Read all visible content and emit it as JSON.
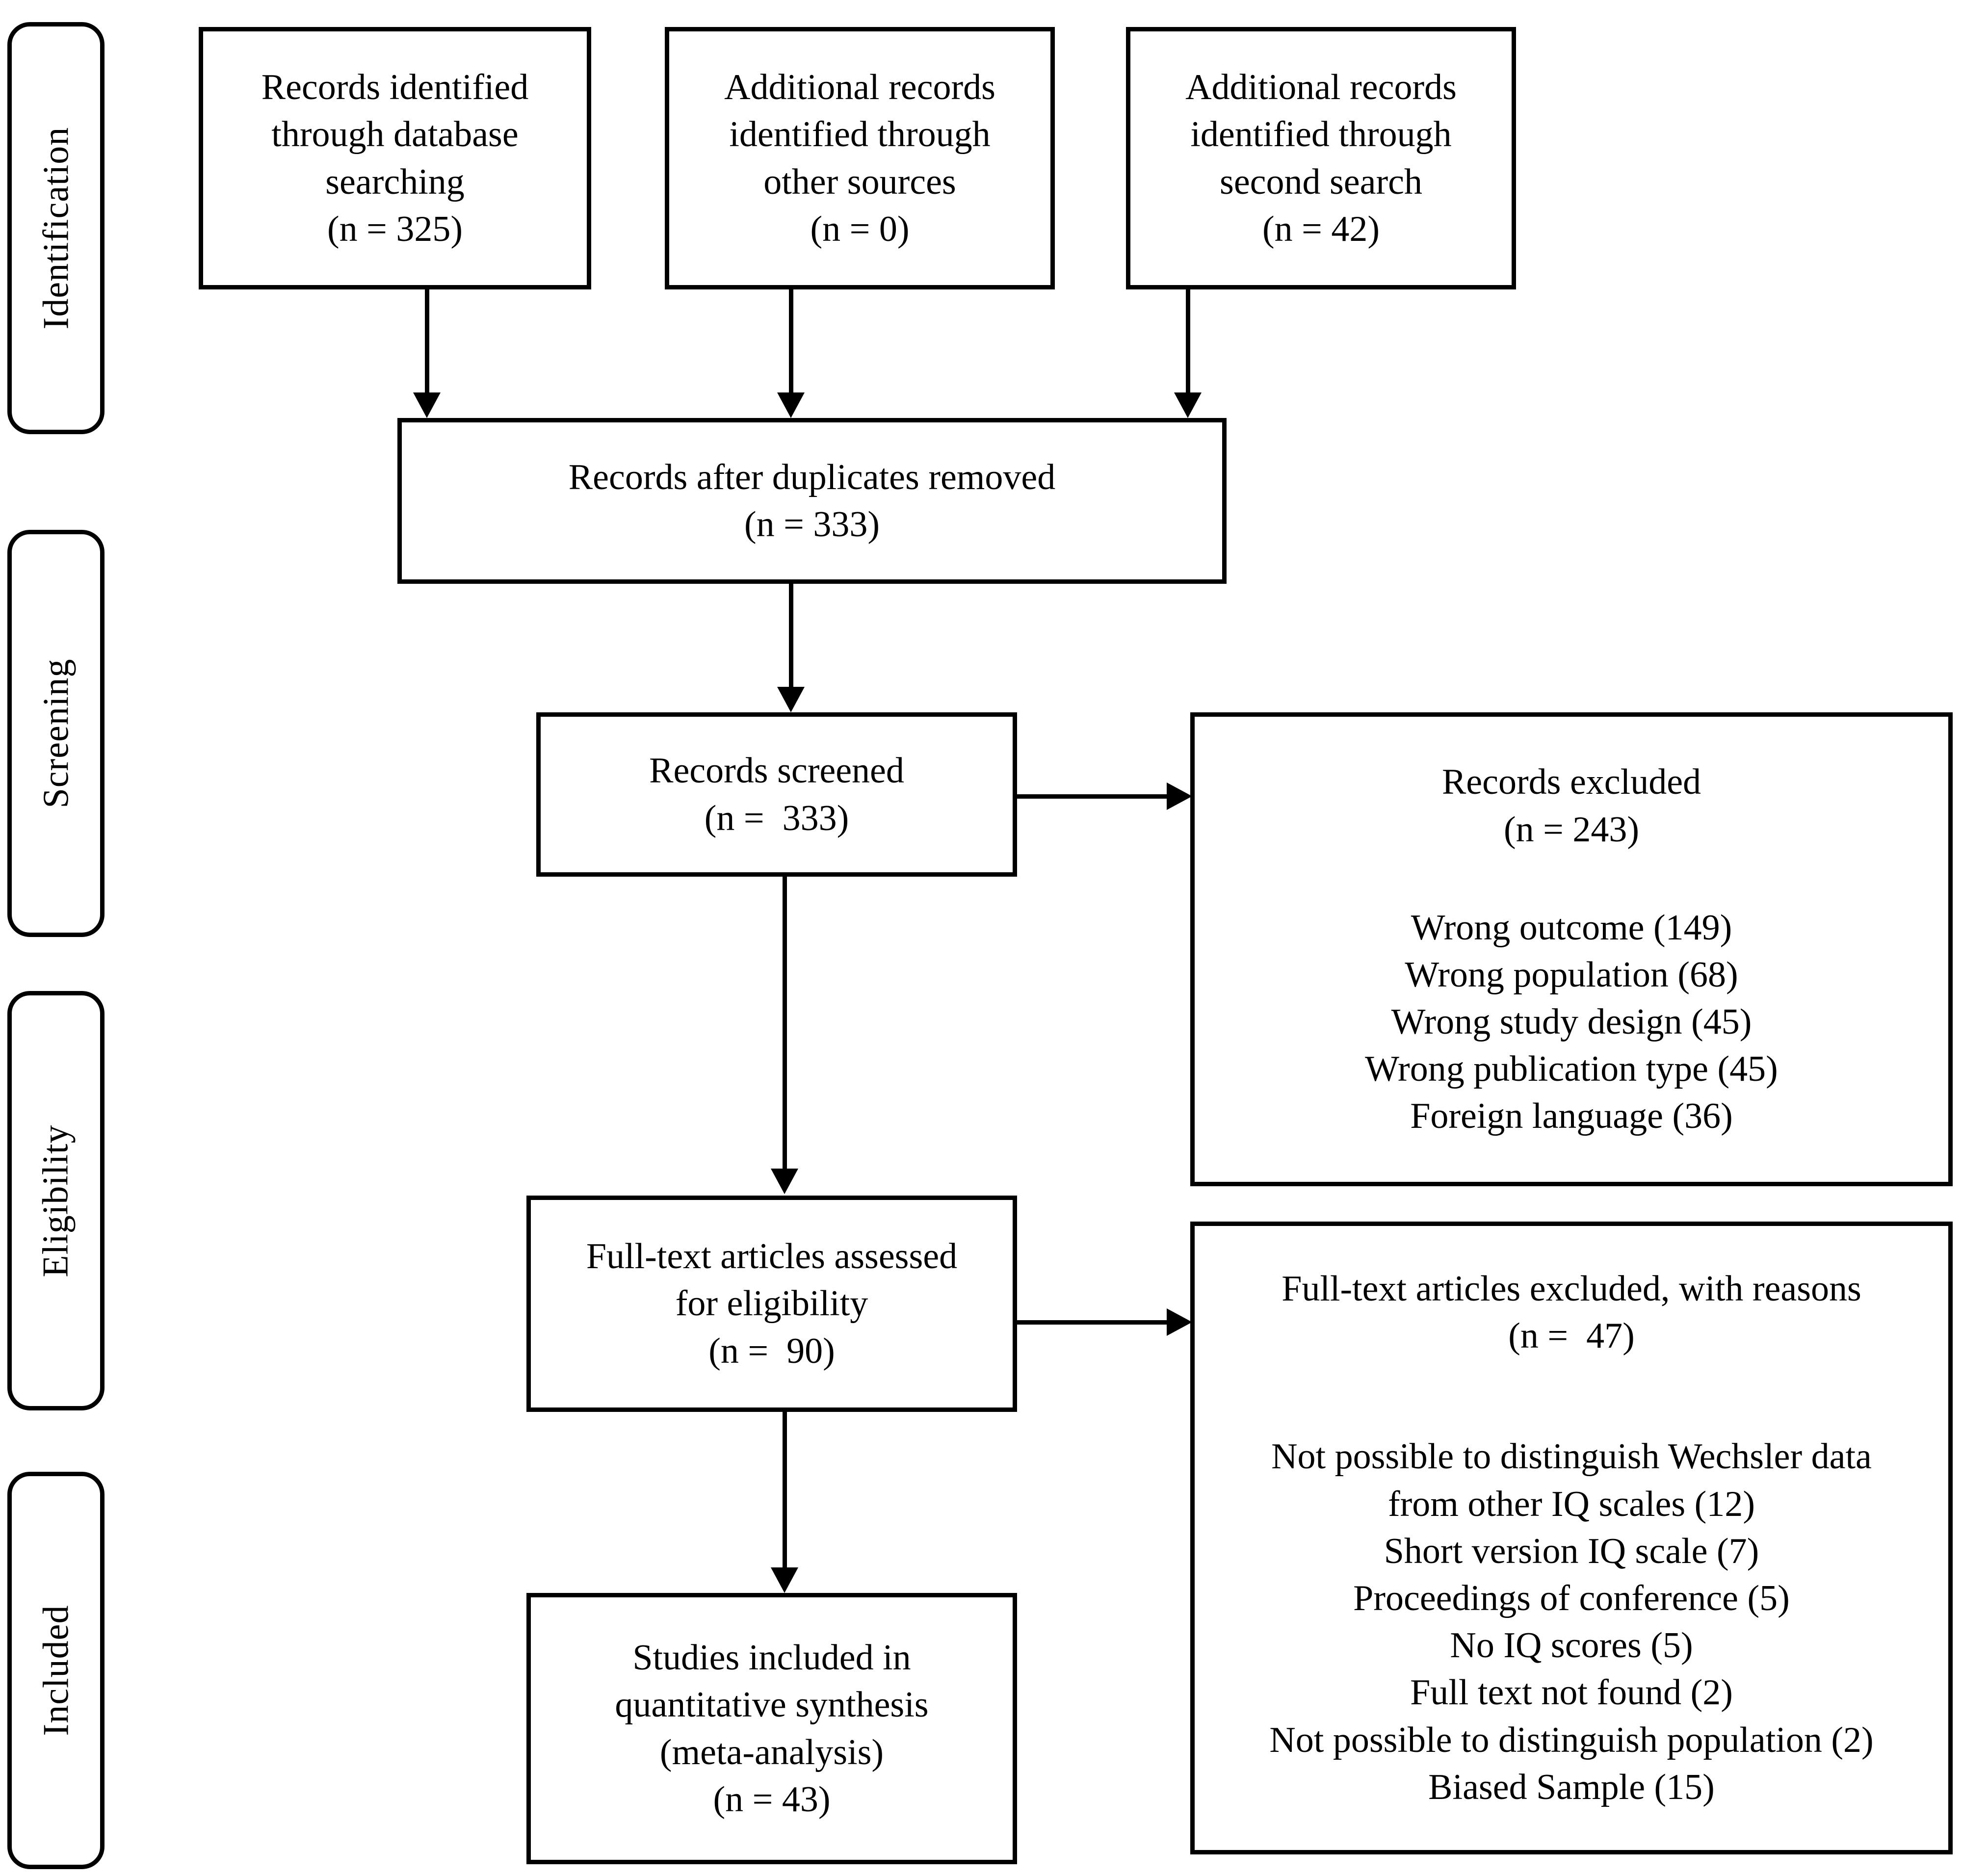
{
  "diagram": {
    "type": "prisma-flow-diagram",
    "stages": [
      {
        "id": "identification",
        "label": "Identification"
      },
      {
        "id": "screening",
        "label": "Screening"
      },
      {
        "id": "eligibility",
        "label": "Eligibility"
      },
      {
        "id": "included",
        "label": "Included"
      }
    ],
    "boxes": {
      "database_search": {
        "lines": [
          "Records identified",
          "through database",
          "searching",
          "(n = 325)"
        ],
        "count": 325
      },
      "other_sources": {
        "lines": [
          "Additional records",
          "identified through",
          "other sources",
          "(n = 0)"
        ],
        "count": 0
      },
      "second_search": {
        "lines": [
          "Additional records",
          "identified through",
          "second search",
          "(n = 42)"
        ],
        "count": 42
      },
      "duplicates_removed": {
        "lines": [
          "Records after duplicates removed",
          "(n = 333)"
        ],
        "count": 333
      },
      "records_screened": {
        "lines": [
          "Records screened",
          "(n =  333)"
        ],
        "count": 333
      },
      "records_excluded": {
        "lines": [
          "Records excluded",
          "(n = 243)",
          "",
          "Wrong outcome (149)",
          "Wrong population (68)",
          "Wrong study design (45)",
          "Wrong publication type (45)",
          "Foreign language (36)"
        ],
        "count": 243,
        "reasons": [
          {
            "label": "Wrong outcome",
            "count": 149
          },
          {
            "label": "Wrong population",
            "count": 68
          },
          {
            "label": "Wrong study design",
            "count": 45
          },
          {
            "label": "Wrong publication type",
            "count": 45
          },
          {
            "label": "Foreign language",
            "count": 36
          }
        ]
      },
      "fulltext_assessed": {
        "lines": [
          "Full-text articles assessed",
          "for eligibility",
          "(n =  90)"
        ],
        "count": 90
      },
      "fulltext_excluded": {
        "lines": [
          "Full-text articles excluded, with reasons",
          "(n =  47)",
          "",
          "Not possible to distinguish Wechsler data",
          "from other IQ scales (12)",
          "Short version IQ scale (7)",
          "Proceedings of conference (5)",
          "No IQ scores (5)",
          "Full text not found (2)",
          "Not possible to distinguish population (2)",
          "Biased Sample (15)"
        ],
        "count": 47,
        "reasons": [
          {
            "label": "Not possible to distinguish Wechsler data from other IQ scales",
            "count": 12
          },
          {
            "label": "Short version IQ scale",
            "count": 7
          },
          {
            "label": "Proceedings of conference",
            "count": 5
          },
          {
            "label": "No IQ scores",
            "count": 5
          },
          {
            "label": "Full text not found",
            "count": 2
          },
          {
            "label": "Not possible to distinguish population",
            "count": 2
          },
          {
            "label": "Biased Sample",
            "count": 15
          }
        ]
      },
      "studies_included": {
        "lines": [
          "Studies included in",
          "quantitative synthesis",
          "(meta-analysis)",
          "(n = 43)"
        ],
        "count": 43
      }
    },
    "colors": {
      "stroke": "#000000",
      "fill": "#ffffff"
    }
  }
}
